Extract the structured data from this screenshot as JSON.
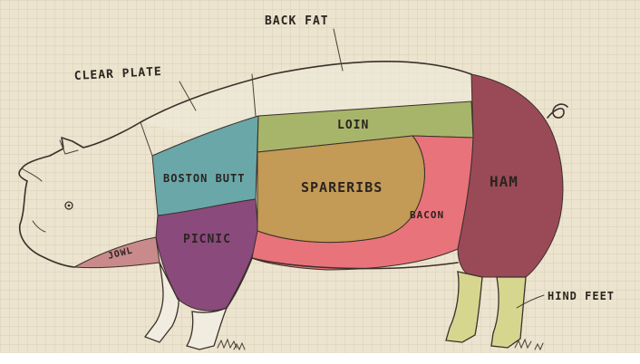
{
  "diagram": {
    "labels": {
      "back_fat": "BACK FAT",
      "clear_plate": "CLEAR PLATE",
      "loin": "LOIN",
      "boston_butt": "BOSTON BUTT",
      "spareribs": "SPARERIBS",
      "ham": "HAM",
      "bacon": "BACON",
      "jowl": "JOWL",
      "picnic": "PICNIC",
      "hind_feet": "HIND FEET"
    },
    "colors": {
      "paper": "#ece4cf",
      "grid": "#cfc4a8",
      "boston_butt": "#6aa7a8",
      "loin": "#a7b56b",
      "spareribs": "#c39a56",
      "ham": "#9a4a57",
      "bacon": "#e8737a",
      "picnic": "#8a4a7c",
      "jowl": "#c98a8c",
      "hind_feet": "#d7d68f",
      "outline": "#3a302a"
    }
  }
}
